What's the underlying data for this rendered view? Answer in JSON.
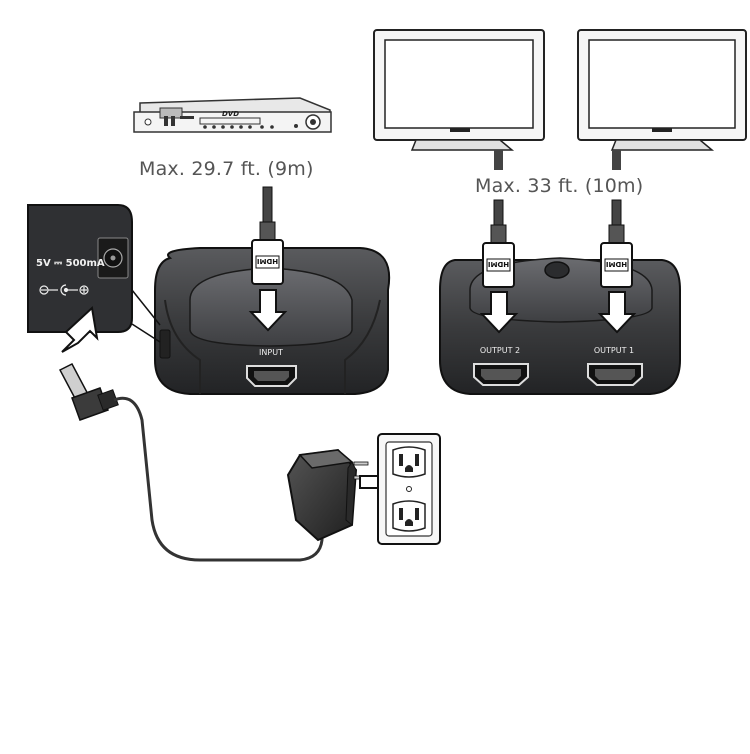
{
  "labels": {
    "input_cable_distance": "Max. 29.7 ft. (9m)",
    "output_cable_distance": "Max. 33 ft. (10m)",
    "input_port": "INPUT",
    "output_port_2": "OUTPUT 2",
    "output_port_1": "OUTPUT 1",
    "power_rating": "5V ⎓ 500mA",
    "dvd_logo": "DVD",
    "hdmi_plug_mark": "HDMI"
  },
  "colors": {
    "device_body": "#3a3b3d",
    "device_top": "#4b4c4f",
    "cable": "#444444",
    "outline": "#111111",
    "arrow_fill": "#ffffff"
  }
}
